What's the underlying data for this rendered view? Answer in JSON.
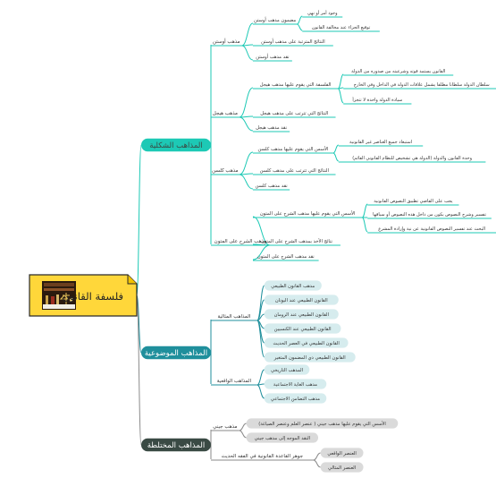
{
  "root": {
    "title": "فلسفة القانون"
  },
  "colors": {
    "teal": "#1dc9b5",
    "tealLight": "#d8f5f1",
    "blue": "#1f8f9c",
    "blueLight": "#d6ecee",
    "dark": "#3a4a44",
    "grayLight": "#dadada",
    "rootBg": "#ffd73a",
    "rootBorder": "#2a2a2a",
    "text": "#333333",
    "white": "#ffffff"
  },
  "branches": [
    {
      "id": "b1",
      "label": "المذاهب الشكلية",
      "theme": "teal",
      "children": [
        {
          "label": "مذهب أوستن",
          "children": [
            {
              "label": "مضمون مذهب أوستن",
              "children": [
                {
                  "label": "وجود أمر أو نهي"
                },
                {
                  "label": "توقيع الجزاء عند مخالفة القانون"
                }
              ]
            },
            {
              "label": "النتائج المترتبة على مذهب أوستن"
            },
            {
              "label": "نقد مذهب أوستن"
            }
          ]
        },
        {
          "label": "مذهب هيجل",
          "children": [
            {
              "label": "الفلسفة التي يقوم عليها مذهب هيجل",
              "children": [
                {
                  "label": "القانون يستمد قوته وشرعيته من صدوره من الدولة"
                },
                {
                  "label": "سلطان الدولة سلطانا مطلقا يشمل علاقات الدولة في الداخل وفي الخارج"
                },
                {
                  "label": "سيادة الدولة واحدة لا تتجزأ"
                }
              ]
            },
            {
              "label": "النتائج التي تترتب على مذهب هيجل"
            },
            {
              "label": "نقد مذهب هيجل"
            }
          ]
        },
        {
          "label": "مذهب كلسن",
          "children": [
            {
              "label": "الأسس التي يقوم عليها مذهب كلسن",
              "children": [
                {
                  "label": "استبعاد جميع العناصر غير القانونية"
                },
                {
                  "label": "وحدة القانون والدولة (الدولة هي تشخيص للنظام القانوني القائم)"
                }
              ]
            },
            {
              "label": "النتائج التي تترتب على مذهب كلسن"
            },
            {
              "label": "نقد مذهب كلسن"
            }
          ]
        },
        {
          "label": "مذهب الشرح على المتون",
          "children": [
            {
              "label": "الأسس التي يقوم عليها مذهب الشرح على المتون",
              "children": [
                {
                  "label": "يجب على القاضي تطبيق النصوص القانونية"
                },
                {
                  "label": "تفسير وشرح النصوص يكون من داخل هذه النصوص أو سياقها"
                },
                {
                  "label": "البحث عند تفسير النصوص القانونية عن نية وإرادة المشرع"
                }
              ]
            },
            {
              "label": "نتائج الأخذ بمذهب الشرح على المتون"
            },
            {
              "label": "نقد مذهب الشرح على المتون"
            }
          ]
        }
      ]
    },
    {
      "id": "b2",
      "label": "المذاهب الموضوعية",
      "theme": "blue",
      "children": [
        {
          "label": "المذاهب المثالية",
          "children": [
            {
              "label": "مذهب القانون الطبيعي"
            },
            {
              "label": "القانون الطبيعي عند اليونان"
            },
            {
              "label": "القانون الطبيعي عند الرومان"
            },
            {
              "label": "القانون الطبيعي عند الكنسيين"
            },
            {
              "label": "القانون الطبيعي في العصر الحديث"
            },
            {
              "label": "القانون الطبيعي ذي المضمون المتغير"
            }
          ]
        },
        {
          "label": "المذاهب الواقعية",
          "children": [
            {
              "label": "المذهب التاريخي"
            },
            {
              "label": "مذهب الغاية الاجتماعية"
            },
            {
              "label": "مذهب التضامن الاجتماعي"
            }
          ]
        }
      ]
    },
    {
      "id": "b3",
      "label": "المذاهب المختلطة",
      "theme": "dark",
      "children": [
        {
          "label": "مذهب جيني",
          "children": [
            {
              "label": "الأسس التي يقوم عليها مذهب جيني ( عنصر العلم وعنصر الصياغة)"
            },
            {
              "label": "النقد الموجه إلى مذهب جيني"
            }
          ]
        },
        {
          "label": "جوهر القاعدة القانونية في الفقه الحديث",
          "children": [
            {
              "label": "العنصر الواقعي"
            },
            {
              "label": "العنصر المثالي"
            }
          ]
        }
      ]
    }
  ]
}
